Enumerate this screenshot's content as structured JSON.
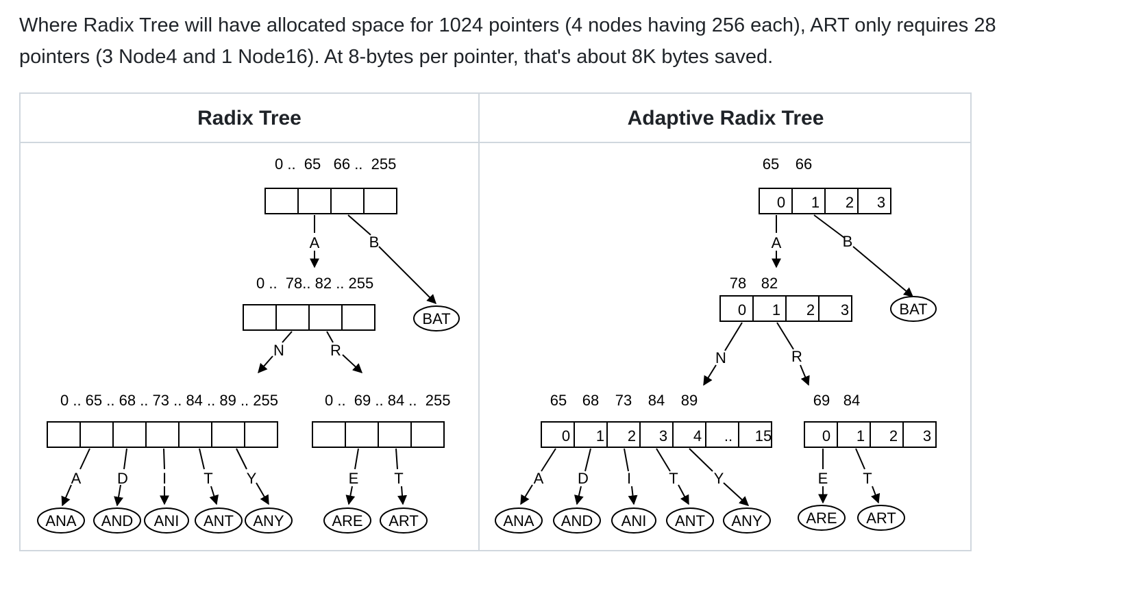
{
  "paragraph": {
    "line1": "Where Radix Tree will have allocated space for 1024 pointers (4 nodes having 256 each), ART only requires 28",
    "line2": "pointers (3 Node4 and 1 Node16). At 8-bytes per pointer, that's about 8K bytes saved."
  },
  "table": {
    "headers": [
      "Radix Tree",
      "Adaptive Radix Tree"
    ]
  },
  "radix": {
    "root_label": "0 ..  65   66 ..  255",
    "level2_label": "0 ..  78.. 82 .. 255",
    "left_leaf_label": "0 .. 65 .. 68 .. 73 .. 84 .. 89 .. 255",
    "right_leaf_label": "0 ..  69 .. 84 ..  255",
    "edges": {
      "A": "A",
      "B": "B",
      "N": "N",
      "R": "R",
      "a": "A",
      "d": "D",
      "i": "I",
      "t": "T",
      "y": "Y",
      "e": "E",
      "t2": "T"
    },
    "bat": "BAT",
    "leaves_left": [
      "ANA",
      "AND",
      "ANI",
      "ANT",
      "ANY"
    ],
    "leaves_right": [
      "ARE",
      "ART"
    ]
  },
  "art": {
    "root_keys": [
      "65",
      "66"
    ],
    "root_slots": [
      "0",
      "1",
      "2",
      "3"
    ],
    "level2_keys": [
      "78",
      "82"
    ],
    "level2_slots": [
      "0",
      "1",
      "2",
      "3"
    ],
    "node16_keys": [
      "65",
      "68",
      "73",
      "84",
      "89"
    ],
    "node16_slots": [
      "0",
      "1",
      "2",
      "3",
      "4",
      "..",
      "15"
    ],
    "node4_keys": [
      "69",
      "84"
    ],
    "node4_slots": [
      "0",
      "1",
      "2",
      "3"
    ],
    "edges": {
      "A": "A",
      "B": "B",
      "N": "N",
      "R": "R",
      "a": "A",
      "d": "D",
      "i": "I",
      "t": "T",
      "y": "Y",
      "e": "E",
      "t2": "T"
    },
    "bat": "BAT",
    "leaves_left": [
      "ANA",
      "AND",
      "ANI",
      "ANT",
      "ANY"
    ],
    "leaves_right": [
      "ARE",
      "ART"
    ]
  }
}
